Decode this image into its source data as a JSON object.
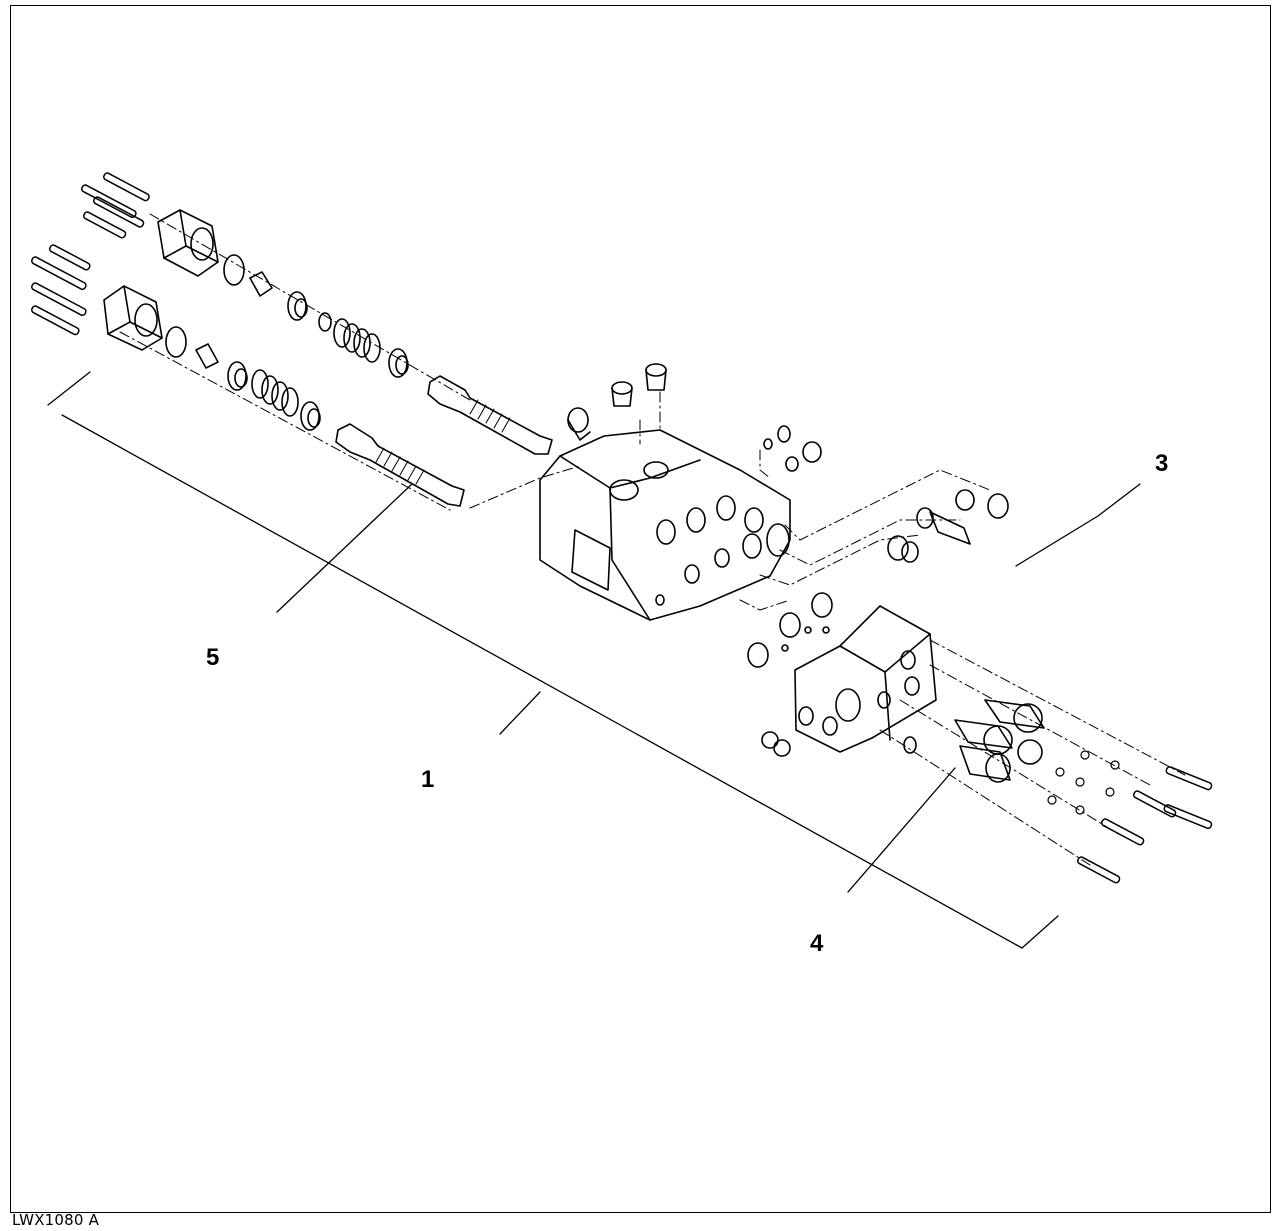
{
  "figure": {
    "id_label": "LWX1080 A"
  },
  "callouts": {
    "c1": "1",
    "c3": "3",
    "c4": "4",
    "c5": "5"
  },
  "colors": {
    "ink": "#000000",
    "paper": "#ffffff"
  }
}
